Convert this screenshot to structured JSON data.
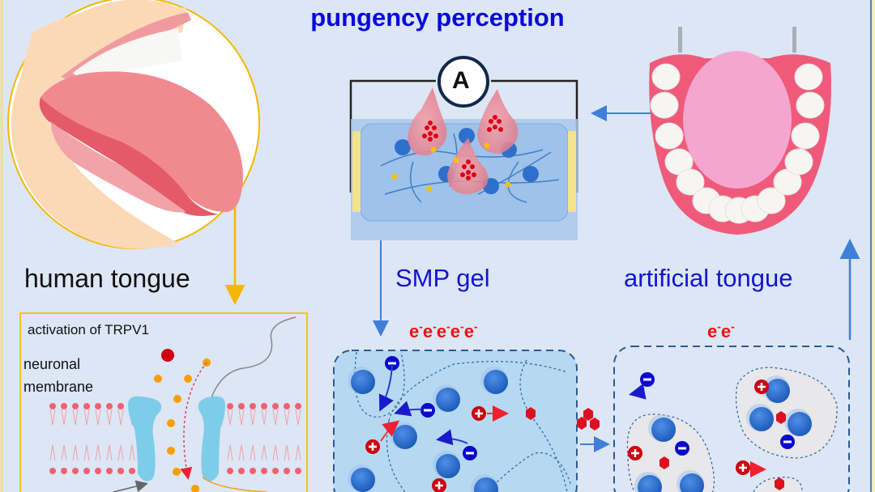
{
  "title": "pungency perception",
  "labels": {
    "human_tongue": "human  tongue",
    "smp_gel": "SMP gel",
    "artificial_tongue": "artificial tongue",
    "activation": "activation of TRPV1",
    "membrane_line1": "neuronal",
    "membrane_line2": "membrane"
  },
  "ammeter": {
    "symbol": "A"
  },
  "electrons": {
    "high_conductivity": {
      "base": "e",
      "sup": "-",
      "count": 5
    },
    "low_conductivity": {
      "base": "e",
      "sup": "-",
      "count": 2
    }
  },
  "charges": {
    "positive": "+",
    "negative": "−"
  },
  "colors": {
    "background": "#dce6f5",
    "title": "#0a0ad8",
    "label_blue": "#1414d0",
    "electron_red": "#f01010",
    "yellow_accent": "#f5b800",
    "arrow_blue": "#3f7fd8",
    "bead_blue": "#2e6fcc",
    "charge_red": "#cc0010",
    "charge_blue": "#0a0acc"
  }
}
